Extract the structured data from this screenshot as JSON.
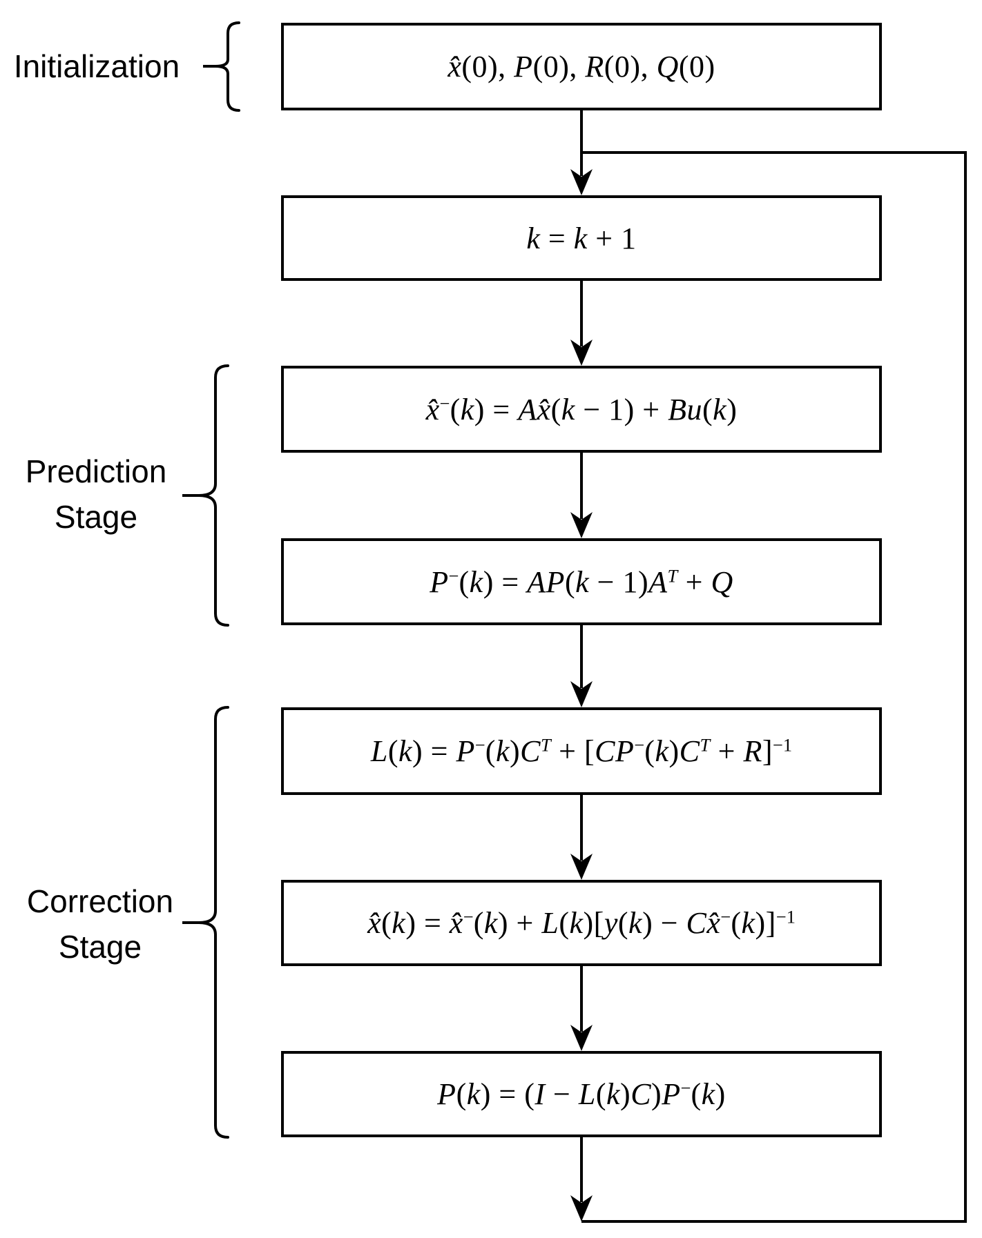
{
  "labels": {
    "initialization": {
      "lines": [
        "Initialization"
      ]
    },
    "prediction": {
      "lines": [
        "Prediction",
        "Stage"
      ]
    },
    "correction": {
      "lines": [
        "Correction",
        "Stage"
      ]
    }
  },
  "boxes": [
    {
      "name": "initial-conditions",
      "equation": "x̂(0), P(0), R(0), Q(0)"
    },
    {
      "name": "increment-step",
      "equation": "k = k + 1"
    },
    {
      "name": "state-prediction",
      "equation": "x̂^{−}(k) = Ax̂(k − 1) + Bu(k)"
    },
    {
      "name": "covariance-prediction",
      "equation": "P^{−}(k) = AP(k − 1)A^{T} + Q"
    },
    {
      "name": "gain-computation",
      "equation": "L(k) = P^{−}(k)C^{T} + [CP^{−}(k)C^{T} + R]^{−1}"
    },
    {
      "name": "state-correction",
      "equation": "x̂(k) = x̂^{−}(k) + L(k)[y(k) − Cx̂^{−}(k)]^{−1}"
    },
    {
      "name": "covariance-correction",
      "equation": "P(k) = (I − L(k)C)P^{−}(k)"
    }
  ],
  "colors": {
    "line": "#000000",
    "background": "#ffffff"
  }
}
